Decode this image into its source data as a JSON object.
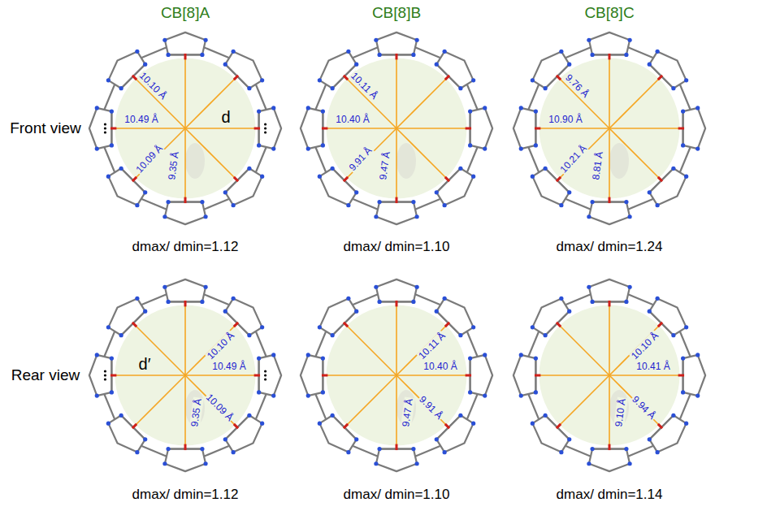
{
  "diagram": {
    "labels": [
      "CB[8]A",
      "CB[8]B",
      "CB[8]C",
      "Front view",
      "Rear view",
      "10.10 Å",
      "10.49 Å",
      "10.09 Å",
      "9.35 Å",
      "d",
      "10.11 Å",
      "10.40 Å",
      "9.91 Å",
      "9.47 Å",
      "9.76 Å",
      "10.90 Å",
      "10.21 Å",
      "8.81 Å",
      "dmax/ dmin=1.12",
      "dmax/ dmin=1.10",
      "dmax/ dmin=1.24",
      "d′",
      "10.10 Å",
      "10.49 Å",
      "10.09 Å",
      "9.35 Å",
      "10.11 Å",
      "10.40 Å",
      "9.91 Å",
      "9.47 Å",
      "10.10 Å",
      "10.41 Å",
      "9.94 Å",
      "9.10 Å",
      "dmax/ dmin=1.12",
      "dmax/ dmin=1.10",
      "dmax/ dmin=1.14"
    ]
  }
}
